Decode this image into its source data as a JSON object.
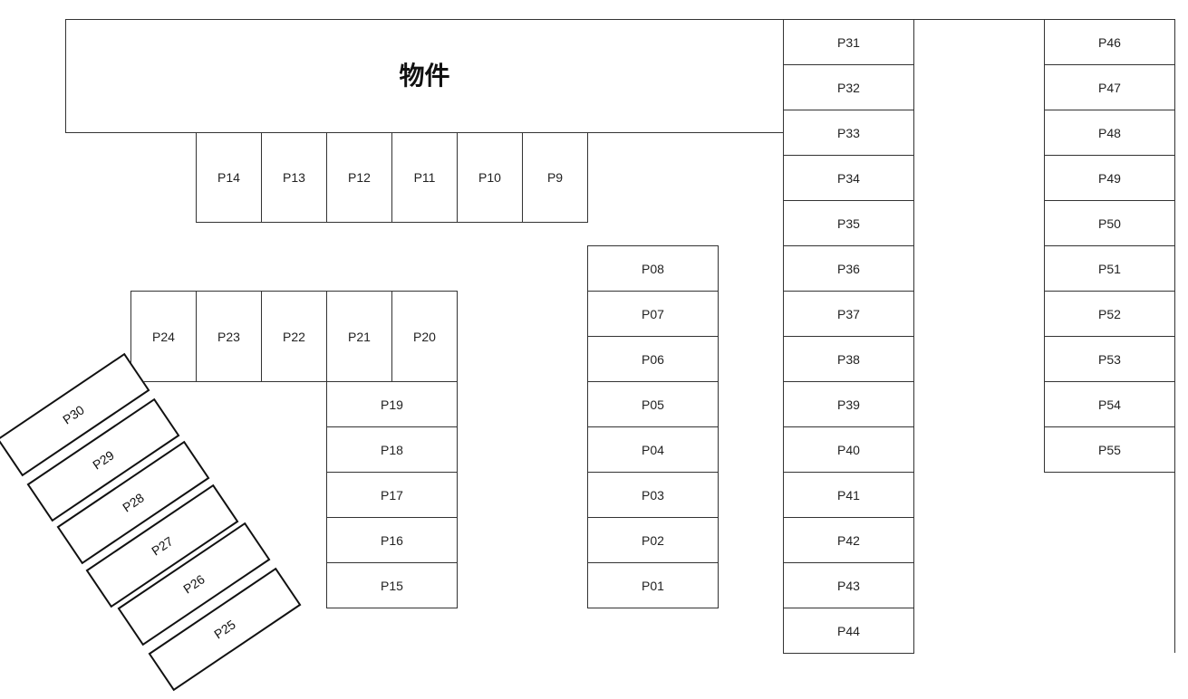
{
  "building": {
    "label": "物件"
  },
  "rows": {
    "top": [
      "P14",
      "P13",
      "P12",
      "P11",
      "P10",
      "P9"
    ],
    "mid": [
      "P24",
      "P23",
      "P22",
      "P21",
      "P20"
    ],
    "col_left": [
      "P19",
      "P18",
      "P17",
      "P16",
      "P15"
    ],
    "col_center": [
      "P08",
      "P07",
      "P06",
      "P05",
      "P04",
      "P03",
      "P02",
      "P01"
    ],
    "col_31_44": [
      "P31",
      "P32",
      "P33",
      "P34",
      "P35",
      "P36",
      "P37",
      "P38",
      "P39",
      "P40",
      "P41",
      "P42",
      "P43",
      "P44"
    ],
    "col_46_55": [
      "P46",
      "P47",
      "P48",
      "P49",
      "P50",
      "P51",
      "P52",
      "P53",
      "P54",
      "P55"
    ],
    "diagonal": [
      "P30",
      "P29",
      "P28",
      "P27",
      "P26",
      "P25"
    ]
  }
}
